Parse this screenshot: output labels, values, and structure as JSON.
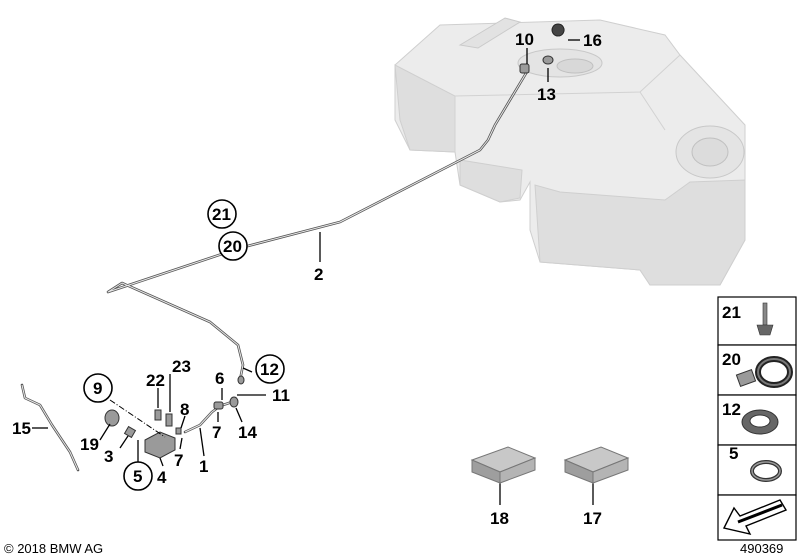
{
  "labels": {
    "l10": "10",
    "l16": "16",
    "l13": "13",
    "l2": "2",
    "l21": "21",
    "l20": "20",
    "l12": "12",
    "l6": "6",
    "l11": "11",
    "l7a": "7",
    "l14": "14",
    "l22": "22",
    "l23": "23",
    "l9": "9",
    "l8": "8",
    "l15": "15",
    "l19": "19",
    "l3": "3",
    "l7b": "7",
    "l1": "1",
    "l5": "5",
    "l4": "4",
    "l18": "18",
    "l17": "17"
  },
  "legend": {
    "items": [
      "21",
      "20",
      "12",
      "5"
    ]
  },
  "copyright": "© 2018 BMW AG",
  "diagram_number": "490369"
}
